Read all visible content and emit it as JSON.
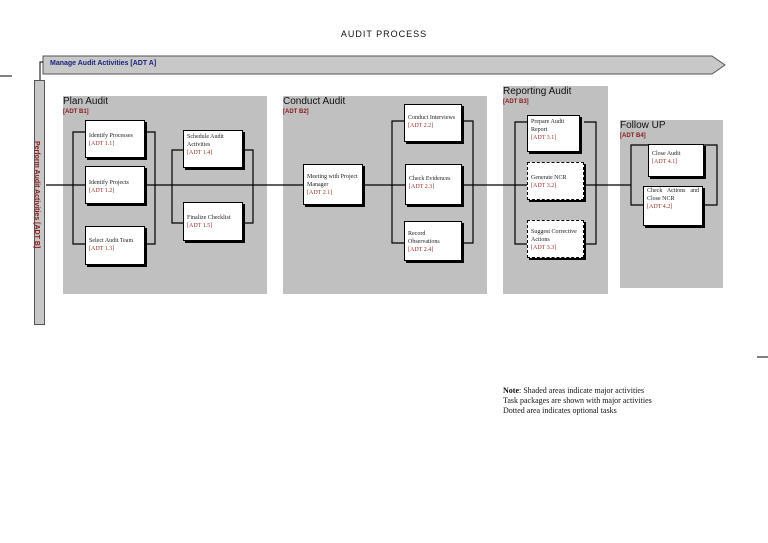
{
  "title": "AUDIT PROCESS",
  "manage": "Manage Audit Activities [ADT A]",
  "perform": "Perform Audit Activities [ADT B]",
  "panels": [
    {
      "title": "Plan Audit",
      "code": "[ADT B1]"
    },
    {
      "title": "Conduct Audit",
      "code": "[ADT B2]"
    },
    {
      "title": "Reporting Audit",
      "code": "[ADT B3]"
    },
    {
      "title": "Follow UP",
      "code": "[ADT B4]"
    }
  ],
  "tasks": {
    "t11": {
      "label": "Identify Processes",
      "code": "[ADT 1.1]"
    },
    "t12": {
      "label": "Identify Projects",
      "code": "[ADT 1.2]"
    },
    "t13": {
      "label": "Select Audit Team",
      "code": "[ADT 1.3]"
    },
    "t14": {
      "label": "Schedule Audit Activities",
      "code": "[ADT 1.4]"
    },
    "t15": {
      "label": "Finalize Checklist",
      "code": "[ADT 1.5]"
    },
    "t21": {
      "label": "Meeting with Project Manager",
      "code": "[ADT 2.1]"
    },
    "t22": {
      "label": "Conduct Interviews",
      "code": "[ADT 2.2]"
    },
    "t23": {
      "label": "Check Evidences",
      "code": "[ADT 2.3]"
    },
    "t24": {
      "label": "Record Observations",
      "code": "[ADT 2.4]"
    },
    "t31": {
      "label": "Prepare Audit Report",
      "code": "[ADT 3.1]",
      "optional": false
    },
    "t32": {
      "label": "Generate NCR",
      "code": "[ADT 3.2]",
      "optional": true
    },
    "t33": {
      "label": "Suggest Corrective Actions",
      "code": "[ADT 3.3]",
      "optional": true
    },
    "t41": {
      "label": "Close Audit",
      "code": "[ADT 4.1]"
    },
    "t42": {
      "label": "Check Actions and Close NCR",
      "code": "[ADT 4.2]"
    }
  },
  "note": {
    "bold": "Note",
    "line1": ": Shaded areas indicate major activities",
    "line2": "Task packages are shown with major activities",
    "line3": "Dotted area indicates optional tasks"
  },
  "colors": {
    "panel": "#c0c0c0",
    "code": "#9b2c2c",
    "manage_text": "#1a237e"
  }
}
